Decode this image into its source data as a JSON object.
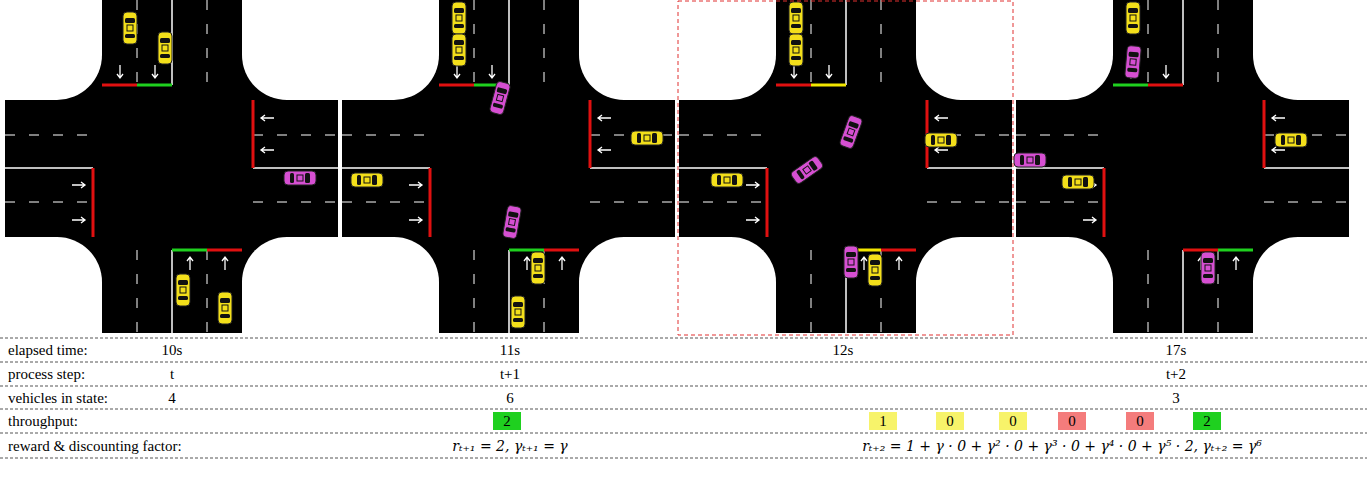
{
  "diagram": {
    "nodes": [
      {
        "text": [
          "2"
        ]
      },
      {
        "text": [
          "1"
        ]
      },
      {
        "text": [
          "0"
        ]
      },
      {
        "text": [
          "0"
        ]
      },
      {
        "text": [
          "0"
        ]
      },
      {
        "text": [
          "0"
        ]
      },
      {
        "text": [
          "2"
        ]
      }
    ],
    "labels": [
      "elapsed time:",
      "10s",
      "11s",
      "12s",
      "17s",
      "process step:",
      "t",
      "t+1",
      "t+2",
      "vehicles in state:",
      "4",
      "6",
      "3",
      "throughput:",
      "reward & discounting factor:",
      "rₜ₊₁ = 2, γₜ₊₁ = γ",
      "rₜ₊₂ = 1 + γ · 0 + γ² · 0 + γ³ · 0 + γ⁴ · 0 + γ⁵ · 2, γₜ₊₂ = γ⁶"
    ]
  }
}
